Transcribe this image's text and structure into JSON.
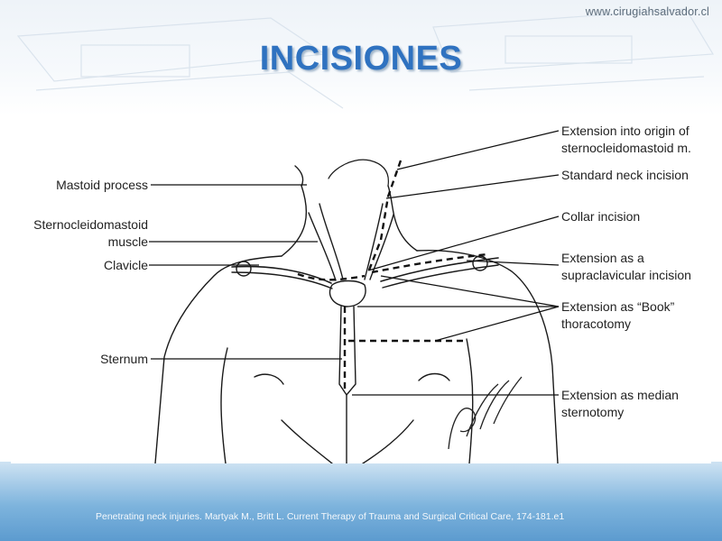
{
  "header": {
    "url": "www.cirugiahsalvador.cl",
    "title": "INCISIONES"
  },
  "labels_left": {
    "mastoid": "Mastoid process",
    "scm_line1": "Sternocleidomastoid",
    "scm_line2": "muscle",
    "clavicle": "Clavicle",
    "sternum": "Sternum"
  },
  "labels_right": {
    "ext_origin_line1": "Extension into origin of",
    "ext_origin_line2": "sternocleidomastoid m.",
    "standard": "Standard neck incision",
    "collar": "Collar incision",
    "supra_line1": "Extension as a",
    "supra_line2": "supraclavicular incision",
    "book_line1": "Extension as “Book”",
    "book_line2": "thoracotomy",
    "median_line1": "Extension as median",
    "median_line2": "sternotomy"
  },
  "footer": {
    "citation": "Penetrating neck injuries. Martyak M., Britt L. Current Therapy of Trauma and Surgical Critical Care, 174-181.e1"
  }
}
